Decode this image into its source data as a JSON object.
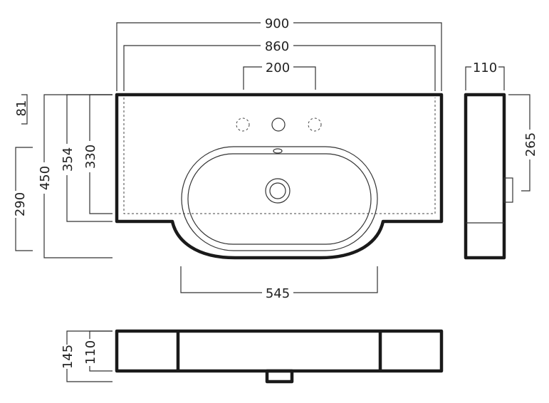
{
  "dimensions": {
    "overall_width": "900",
    "inner_width": "860",
    "tap_holes_spacing": "200",
    "basin_width": "545",
    "side_width": "110",
    "side_height": "265",
    "depth_81": "81",
    "depth_290": "290",
    "depth_450": "450",
    "depth_354": "354",
    "depth_330": "330",
    "front_145": "145",
    "front_110": "110"
  }
}
